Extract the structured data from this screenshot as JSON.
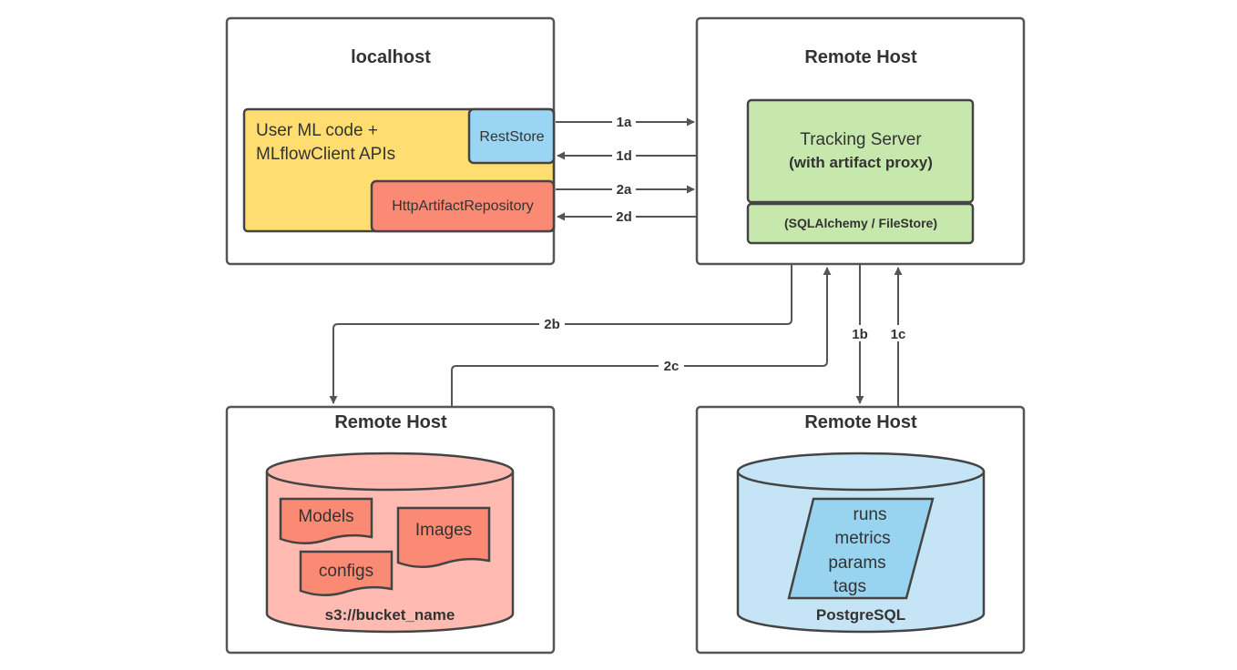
{
  "hosts": {
    "localhost": "localhost",
    "tracking_host": "Remote Host",
    "artifact_host": "Remote Host",
    "db_host": "Remote Host"
  },
  "components": {
    "user_code_line1": "User ML code +",
    "user_code_line2": "MLflowClient APIs",
    "reststore": "RestStore",
    "http_artifact_repo": "HttpArtifactRepository",
    "tracking_server_line1": "Tracking Server",
    "tracking_server_line2": "(with artifact proxy)",
    "backend_store": "(SQLAlchemy / FileStore)"
  },
  "artifact_store": {
    "items": [
      "Models",
      "Images",
      "configs"
    ],
    "label": "s3://bucket_name"
  },
  "database": {
    "items": [
      "runs",
      "metrics",
      "params",
      "tags"
    ],
    "label": "PostgreSQL"
  },
  "edges": {
    "e1a": "1a",
    "e1d": "1d",
    "e2a": "2a",
    "e2d": "2d",
    "e2b": "2b",
    "e2c": "2c",
    "e1b": "1b",
    "e1c": "1c"
  },
  "colors": {
    "client_yellow": "#FFDD70",
    "reststore_blue": "#9AD6F4",
    "artifact_repo_red": "#FB8A74",
    "server_green": "#C7E8AC",
    "bucket_pink": "#FFBBB1",
    "doc_red": "#FB8A74",
    "db_blue": "#C5E4F5",
    "db_item_blue": "#98D3F0"
  }
}
